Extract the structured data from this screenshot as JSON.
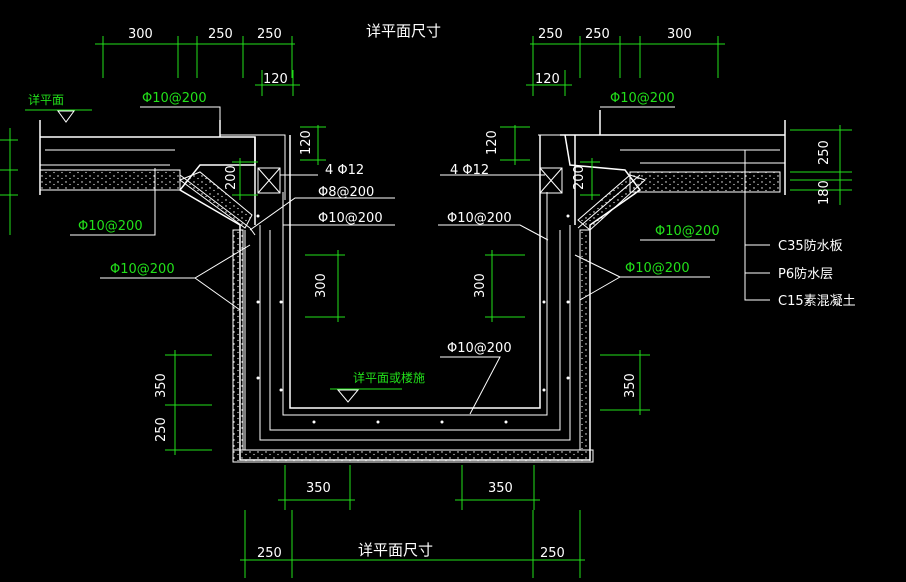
{
  "dimensions_top": {
    "title": "详平面尺寸",
    "left": [
      "300",
      "250",
      "250"
    ],
    "right": [
      "250",
      "250",
      "300"
    ],
    "left_120": "120",
    "right_120": "120"
  },
  "dimensions_bottom": {
    "title": "详平面尺寸",
    "left": "250",
    "right": "250",
    "inner_left": "350",
    "inner_right": "350"
  },
  "vertical_dims": {
    "left_120": "120",
    "left_200": "200",
    "right_120": "120",
    "right_200": "200",
    "inner_left_300": "300",
    "inner_right_300": "300",
    "outer_left_350": "350",
    "outer_left_250": "250",
    "outer_right_350": "350",
    "far_right_250": "250",
    "far_right_180": "180"
  },
  "labels": {
    "ground_level": "详平面",
    "bottom_level": "详平面或楼施",
    "rebar_top_left": "Φ10@200",
    "rebar_top_right": "Φ10@200",
    "rebar_4phi12_left": "4 Φ12",
    "rebar_4phi12_right": "4 Φ12",
    "rebar_phi8": "Φ8@200",
    "rebar_mid_left": "Φ10@200",
    "rebar_mid_right": "Φ10@200",
    "rebar_slab_left": "Φ10@200",
    "rebar_slab_right": "Φ10@200",
    "rebar_wall_left": "Φ10@200",
    "rebar_wall_right": "Φ10@200",
    "rebar_bottom": "Φ10@200"
  },
  "legend": {
    "line1": "C35防水板",
    "line2": "P6防水层",
    "line3": "C15素混凝土"
  },
  "colors": {
    "background": "#000000",
    "drawing": "#ffffff",
    "dimension": "#22e01a"
  }
}
